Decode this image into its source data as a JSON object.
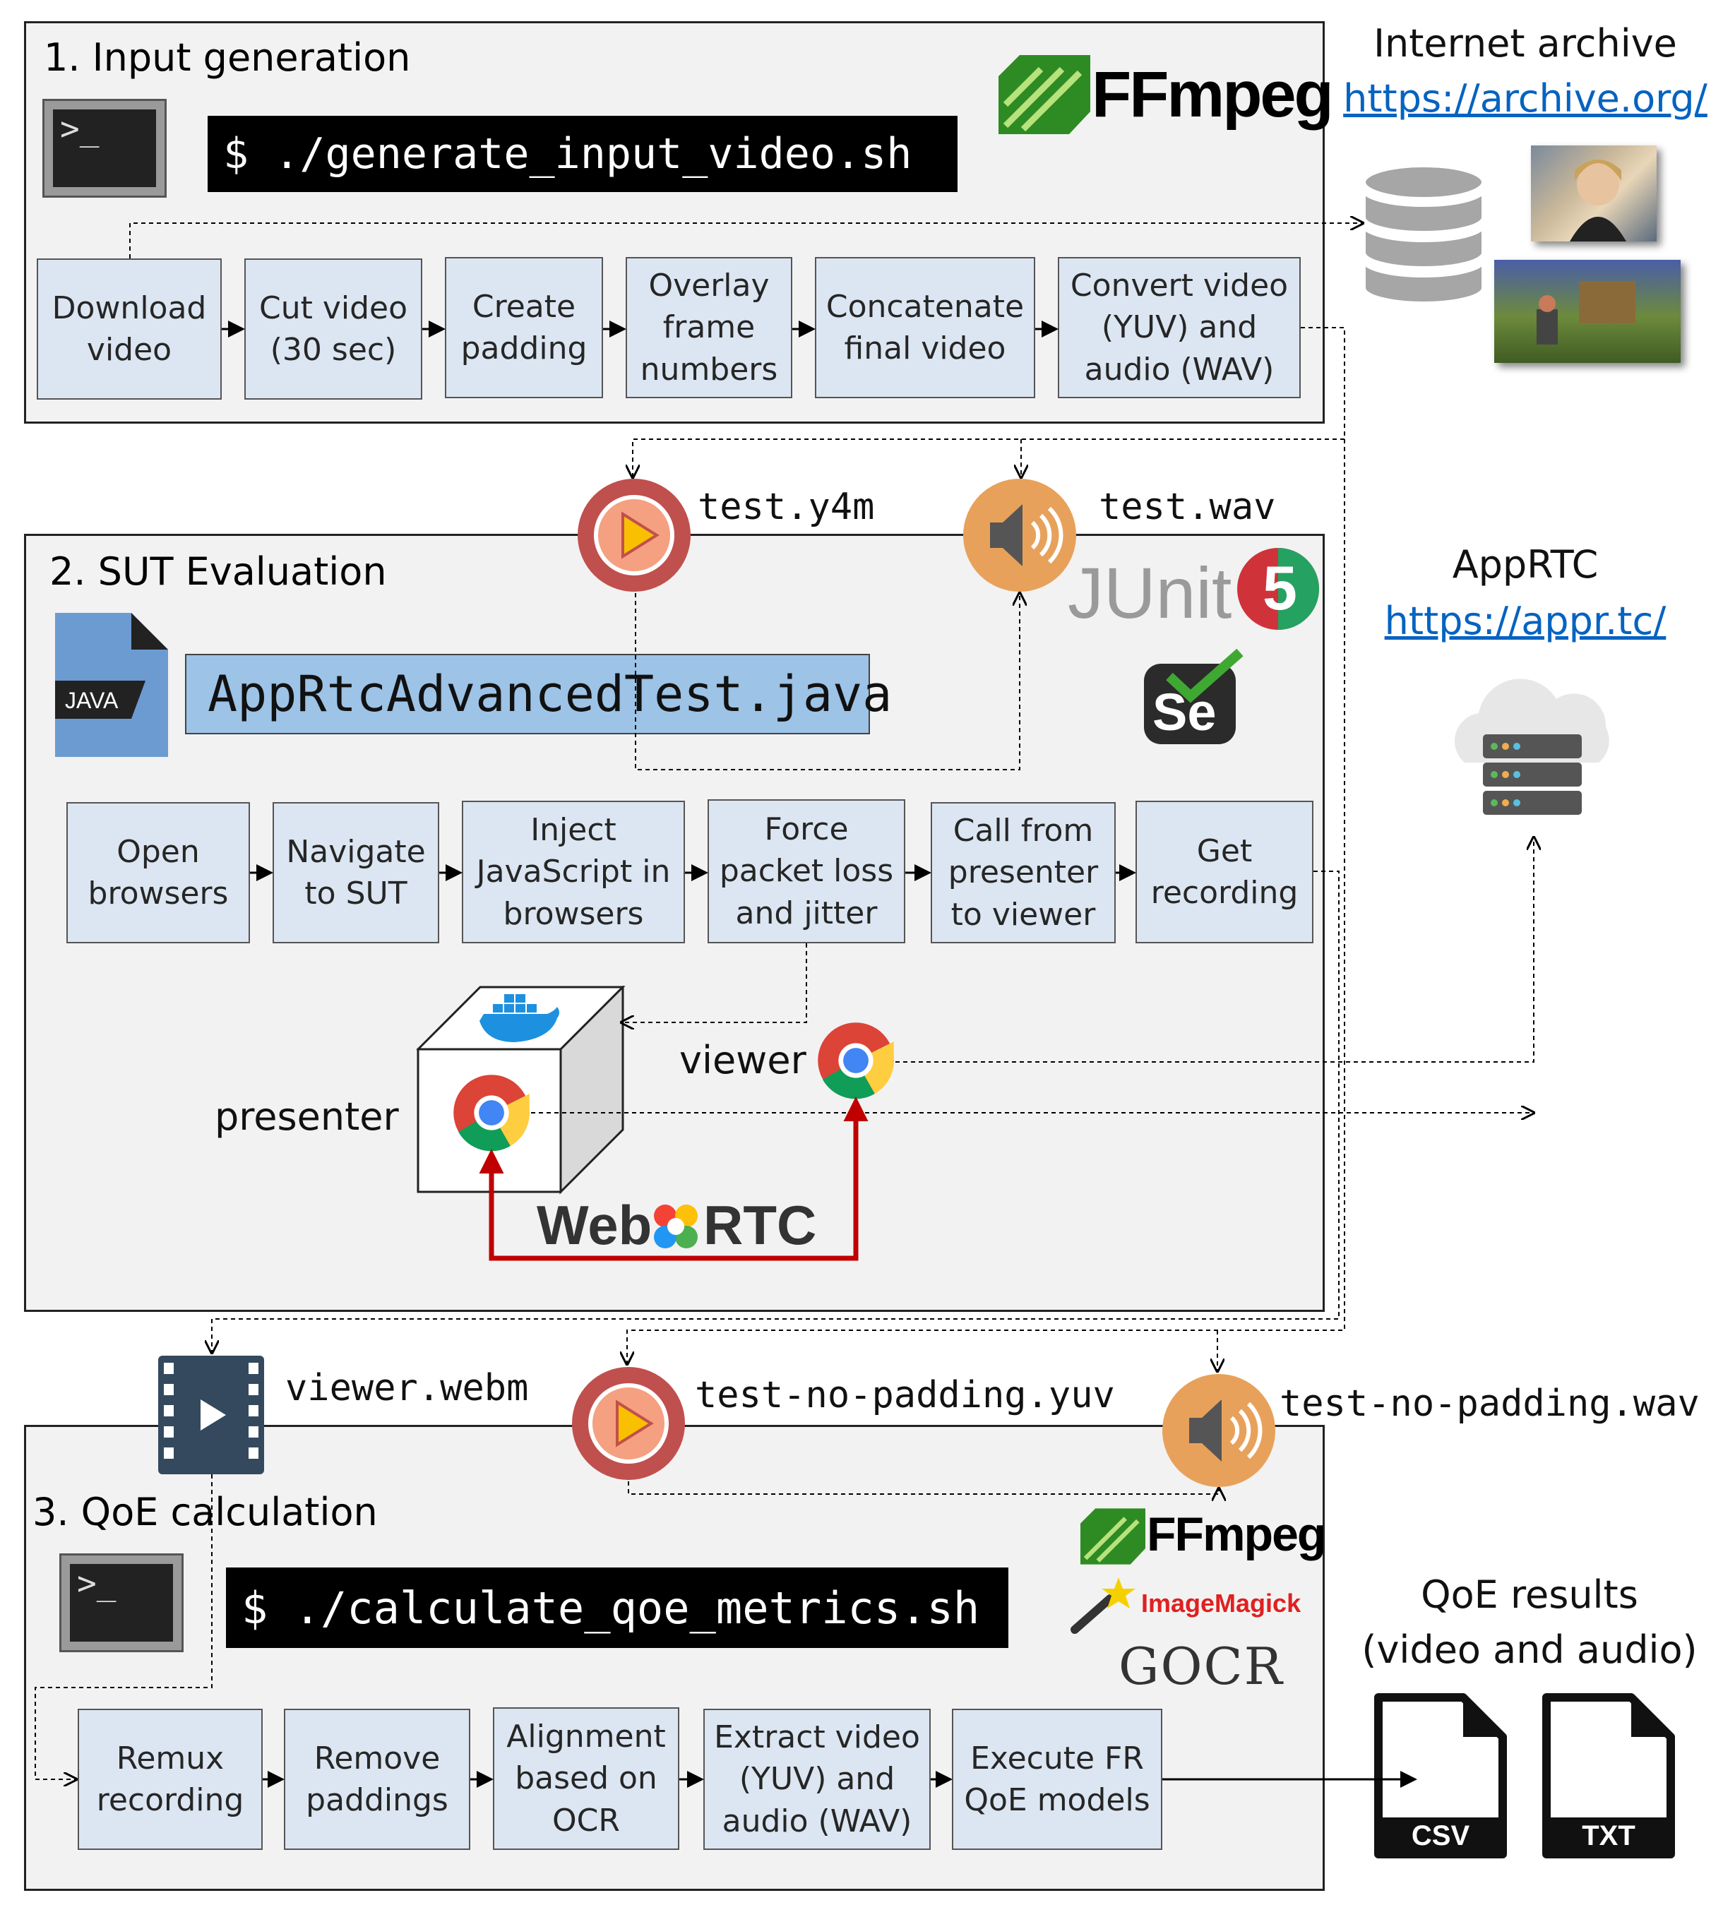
{
  "section1": {
    "title": "1. Input generation",
    "command": "$ ./generate_input_video.sh",
    "steps": [
      "Download\nvideo",
      "Cut video\n(30 sec)",
      "Create\npadding",
      "Overlay\nframe\nnumbers",
      "Concatenate\nfinal video",
      "Convert video\n(YUV) and\naudio (WAV)"
    ]
  },
  "section2": {
    "title": "2. SUT Evaluation",
    "java_file": "AppRtcAdvancedTest.java",
    "java_icon_label": "JAVA",
    "steps": [
      "Open\nbrowsers",
      "Navigate\nto SUT",
      "Inject\nJavaScript in\nbrowsers",
      "Force\npacket loss\nand jitter",
      "Call from\npresenter\nto viewer",
      "Get\nrecording"
    ],
    "presenter": "presenter",
    "viewer": "viewer",
    "webrtc_left": "Web",
    "webrtc_right": "RTC"
  },
  "section3": {
    "title": "3. QoE calculation",
    "command": "$ ./calculate_qoe_metrics.sh",
    "steps": [
      "Remux\nrecording",
      "Remove\npaddings",
      "Alignment\nbased on\nOCR",
      "Extract video\n(YUV) and\naudio (WAV)",
      "Execute FR\nQoE models"
    ]
  },
  "files": {
    "test_y4m": "test.y4m",
    "test_wav": "test.wav",
    "viewer_webm": "viewer.webm",
    "test_no_padding_yuv": "test-no-padding.yuv",
    "test_no_padding_wav": "test-no-padding.wav"
  },
  "external": {
    "archive_title": "Internet archive",
    "archive_url": "https://archive.org/",
    "apprtc_title": "AppRTC",
    "apprtc_url": "https://appr.tc/",
    "results_title": "QoE results\n(video and audio)",
    "csv": "CSV",
    "txt": "TXT"
  },
  "logos": {
    "ffmpeg": "FFmpeg",
    "junit": "JUnit",
    "junit_version": "5",
    "selenium": "Se",
    "imagemagick": "ImageMagick",
    "gocr": "GOCR"
  },
  "colors": {
    "section_bg": "#f2f2f2",
    "step_bg": "#dce6f2",
    "video_icon": "#c0504d",
    "audio_icon": "#e8a15a",
    "link": "#0563c1",
    "webrtc_arrow": "#c00000",
    "java_box": "#9dc3e6"
  }
}
